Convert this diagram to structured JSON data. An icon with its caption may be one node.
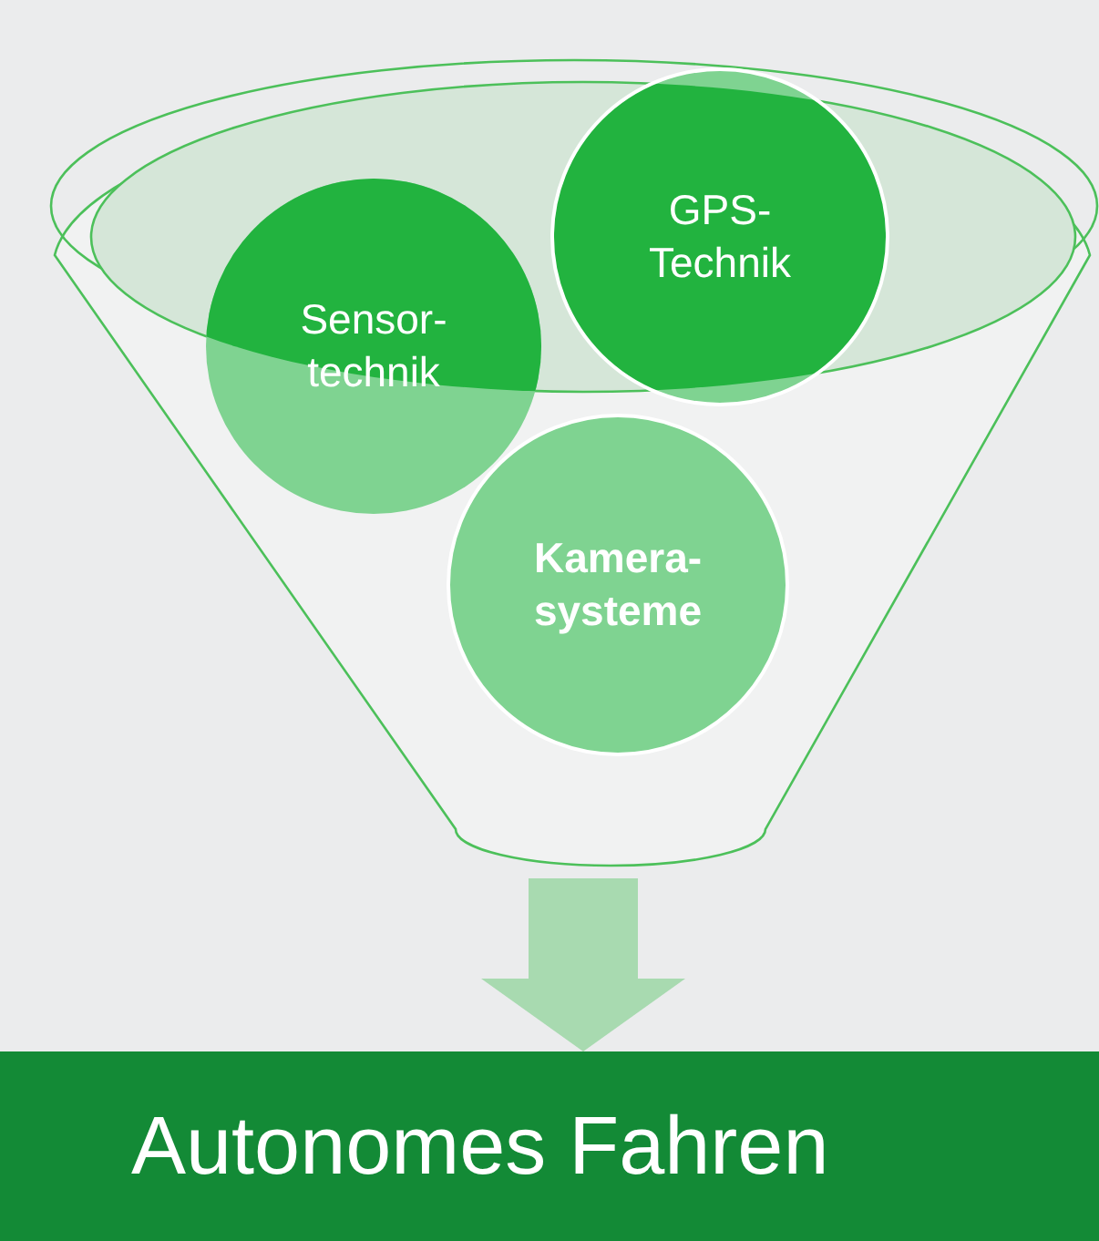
{
  "diagram": {
    "nodes": [
      {
        "text": [],
        "shape": "funnel"
      },
      {
        "text": [
          "Sensor- technik"
        ],
        "in": 0
      },
      {
        "text": [
          "GPS- Technik"
        ],
        "in": 0
      },
      {
        "text": [
          "Kamera- systeme"
        ],
        "in": 0
      },
      {
        "text": [
          "Autonomes Fahren"
        ]
      }
    ],
    "edges": [
      {
        "from": 0,
        "to": 4,
        "arrow": "to",
        "style": "thick"
      }
    ]
  }
}
